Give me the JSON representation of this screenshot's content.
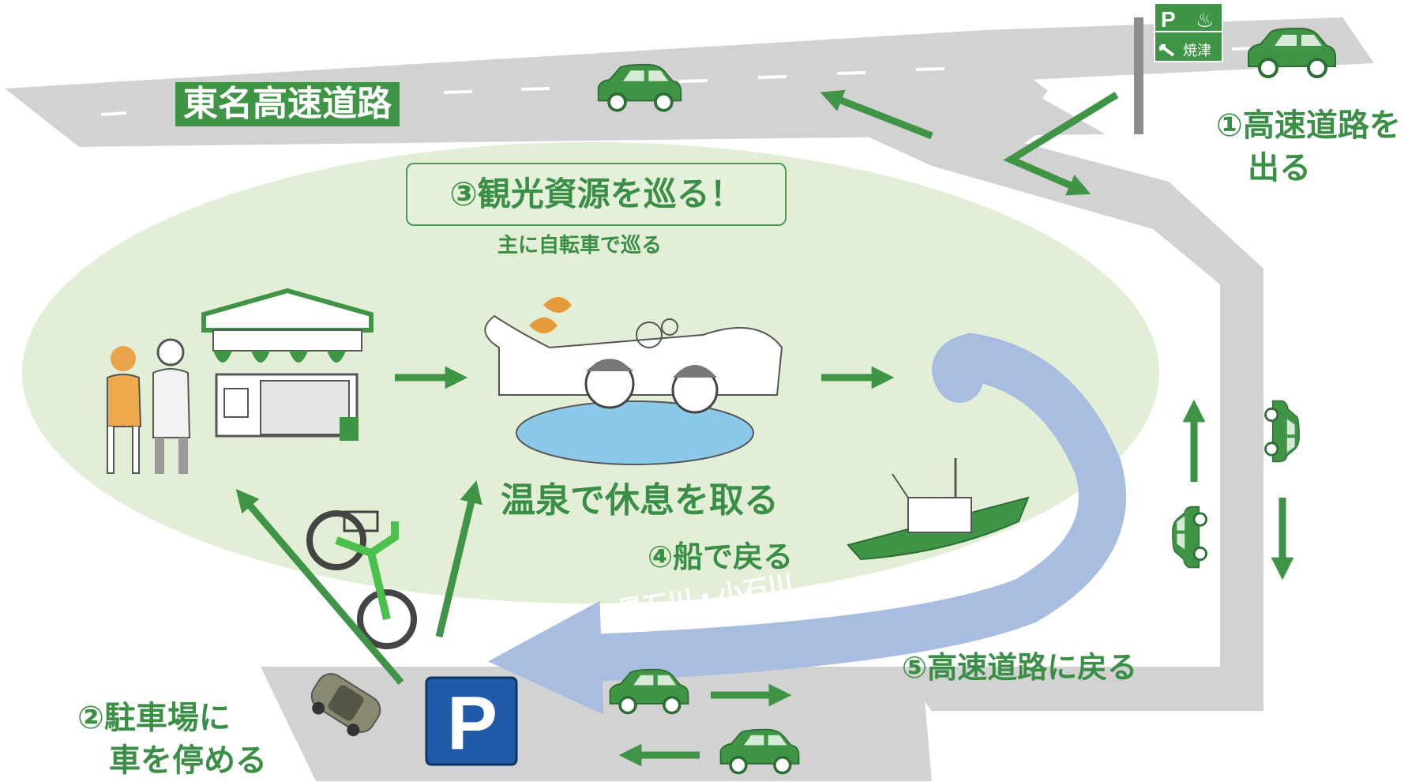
{
  "labels": {
    "highway": "東名高速道路",
    "step1": "①高速道路を\n　出る",
    "step2": "②駐車場に\n　車を停める",
    "step3": "③観光資源を巡る！",
    "step3_sub": "主に自転車で巡る",
    "onsen": "温泉で休息を取る",
    "step4": "④船で戻る",
    "river": "黒石川・小石川",
    "step5": "⑤高速道路に戻る"
  },
  "sign": {
    "parking_letter": "P",
    "hot_spring_symbol": "♨",
    "place": "焼津"
  },
  "parking_sign_letter": "P",
  "colors": {
    "green": "#3f9446",
    "light_green_area": "#e2efd6",
    "road_gray": "#d2d2d2",
    "river_blue": "#a9bde0",
    "parking_blue": "#1f5ba8"
  },
  "icons": [
    "car-icon",
    "highway-sign-icon",
    "shop-icon",
    "people-icon",
    "hot-spring-icon",
    "bicycle-icon",
    "boat-icon",
    "parking-icon",
    "arrow-icon",
    "leaf-icon"
  ]
}
